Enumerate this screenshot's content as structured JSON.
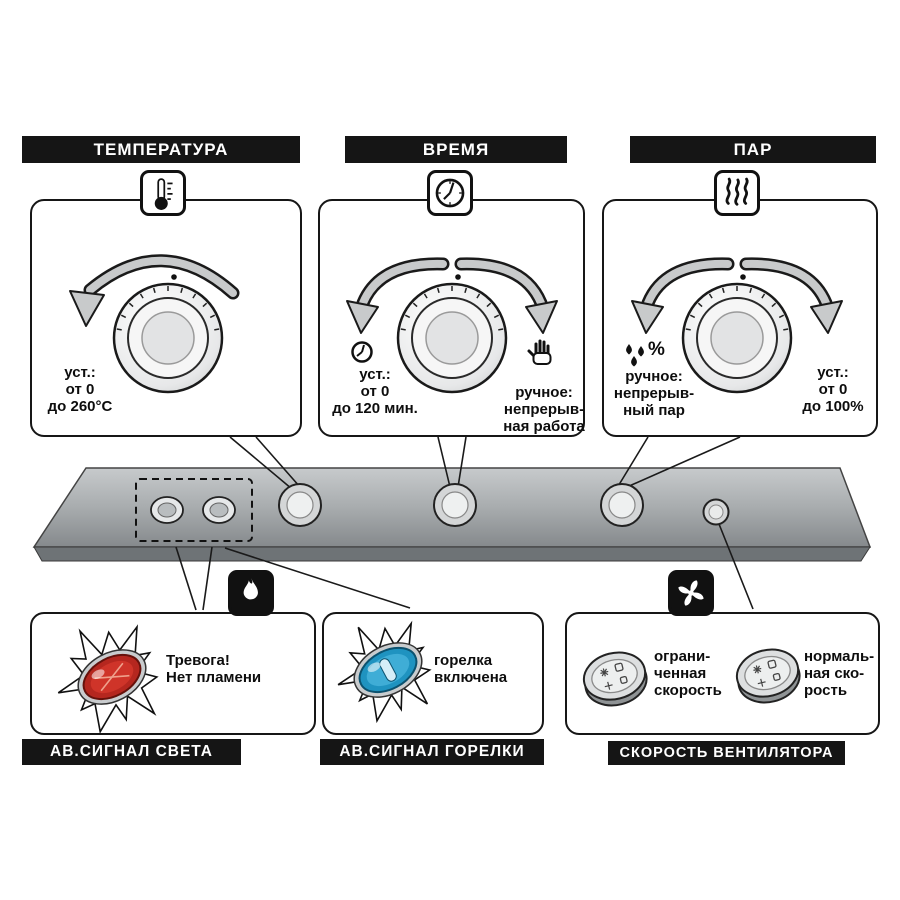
{
  "sections": {
    "temperature": {
      "title": "ТЕМПЕРАТУРА",
      "set_note": "уст.:\nот 0\nдо 260°C"
    },
    "time": {
      "title": "ВРЕМЯ",
      "set_note": "уст.:\nот 0\nдо 120 мин.",
      "manual_note": "ручное:\nнепрерыв-\nная работа"
    },
    "steam": {
      "title": "ПАР",
      "manual_note": "ручное:\nнепрерыв-\nный пар",
      "percent_symbol": "%",
      "set_note": "уст.:\nот 0\nдо 100%"
    }
  },
  "indicators": {
    "light_alarm": {
      "title": "АВ.СИГНАЛ СВЕТА",
      "note": "Тревога!\nНет пламени"
    },
    "burner_alarm": {
      "title": "АВ.СИГНАЛ ГОРЕЛКИ",
      "note": "горелка\nвключена"
    },
    "fan_speed": {
      "title": "СКОРОСТЬ ВЕНТИЛЯТОРА",
      "limited_note": "ограни-\nченная\nскорость",
      "normal_note": "нормаль-\nная ско-\nрость"
    }
  },
  "colors": {
    "alarm_lamp": "#b5271f",
    "burner_lamp": "#1f93c0",
    "bar": "#151515",
    "strip": "#a7abad"
  }
}
